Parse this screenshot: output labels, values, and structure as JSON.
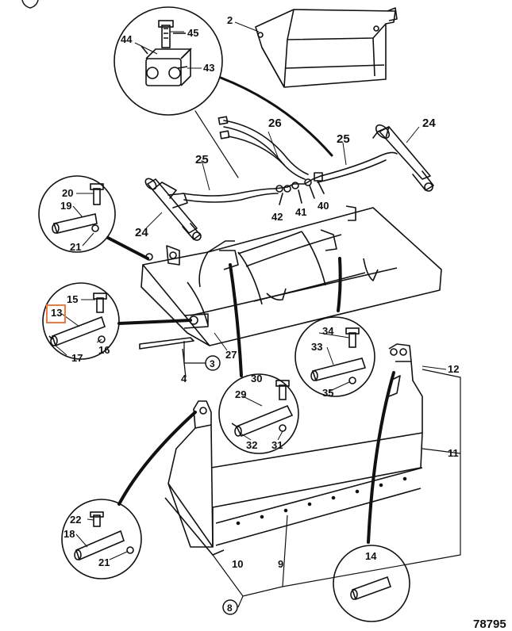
{
  "diagram": {
    "drawing_number": "78795",
    "callouts": {
      "c2": "2",
      "c3": "3",
      "c4": "4",
      "c8": "8",
      "c9": "9",
      "c10": "10",
      "c11": "11",
      "c12": "12",
      "c13": "13",
      "c14": "14",
      "c15": "15",
      "c16": "16",
      "c17": "17",
      "c18": "18",
      "c19": "19",
      "c20": "20",
      "c21a": "21",
      "c21b": "21",
      "c22": "22",
      "c24a": "24",
      "c24b": "24",
      "c25a": "25",
      "c25b": "25",
      "c26": "26",
      "c27": "27",
      "c29": "29",
      "c30": "30",
      "c31": "31",
      "c32": "32",
      "c33": "33",
      "c34": "34",
      "c35": "35",
      "c40": "40",
      "c41": "41",
      "c42": "42",
      "c43": "43",
      "c44": "44",
      "c45": "45"
    },
    "highlight_color": "#f07a3a",
    "line_color": "#111111"
  }
}
